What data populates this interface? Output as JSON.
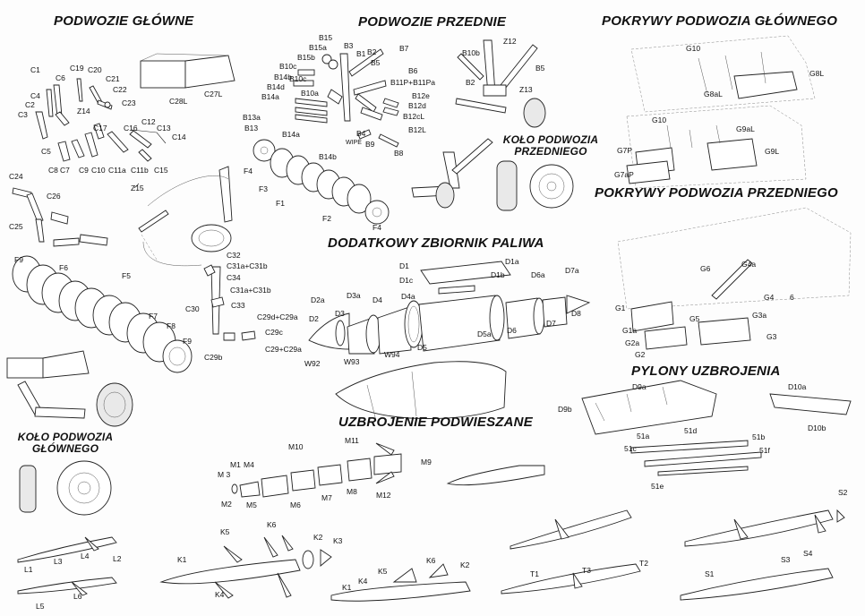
{
  "titles": {
    "main_gear": "PODWOZIE GŁÓWNE",
    "nose_gear": "PODWOZIE PRZEDNIE",
    "main_gear_doors": "POKRYWY PODWOZIA GŁÓWNEGO",
    "nose_wheel": "KOŁO PODWOZIA PRZEDNIEGO",
    "nose_gear_doors": "POKRYWY PODWOZIA PRZEDNIEGO",
    "fuel_tank": "DODATKOWY ZBIORNIK PALIWA",
    "pylons": "PYLONY UZBROJENIA",
    "main_wheel": "KOŁO PODWOZIA GŁÓWNEGO",
    "stores": "UZBROJENIE PODWIESZANE"
  },
  "labels": {
    "main_gear": [
      "C1",
      "C6",
      "C19",
      "C20",
      "C21",
      "C22",
      "C4",
      "C2",
      "C3",
      "Z14",
      "C23",
      "C5",
      "C17",
      "C16",
      "C12",
      "C13",
      "C14",
      "C8",
      "C7",
      "C9",
      "C10",
      "C11a",
      "C11b",
      "C15",
      "Z15",
      "C28L",
      "C27L",
      "C24",
      "C26",
      "C25",
      "F9",
      "F6",
      "F5",
      "F7",
      "F8",
      "F9",
      "C32",
      "C31a+C31b",
      "C34",
      "C31a+C31b",
      "C30",
      "C33",
      "C29d+C29a",
      "C29c",
      "C29b",
      "C29+C29a"
    ],
    "nose_gear": [
      "B15",
      "B15a",
      "B15b",
      "B10c",
      "B14b",
      "B14d",
      "B14a",
      "B13a",
      "B13",
      "B14a",
      "B3",
      "B1",
      "B2",
      "B5",
      "B10c",
      "B10a",
      "B7",
      "B6",
      "B11P+B11Pa",
      "B12e",
      "B12d",
      "B12cL",
      "B4",
      "WIPE",
      "B14b",
      "B9",
      "B12L",
      "B8",
      "F4",
      "F3",
      "F1",
      "F2",
      "F4",
      "B10b",
      "Z12",
      "B5",
      "B2",
      "Z13"
    ],
    "doors": [
      "G10",
      "G8L",
      "G8aL",
      "G10",
      "G9aL",
      "G7P",
      "G9L",
      "G7aP",
      "G6",
      "G4a",
      "G4",
      "6",
      "G1",
      "G5",
      "G1a",
      "G3a",
      "G2a",
      "G2",
      "G3"
    ],
    "fuel_tank": [
      "D1",
      "D1a",
      "D1c",
      "D1b",
      "D6a",
      "D7a",
      "D2a",
      "D3a",
      "D4",
      "D4a",
      "D2",
      "D3",
      "D7",
      "D8",
      "D6",
      "D5a",
      "D5",
      "W92",
      "W93",
      "W94"
    ],
    "pylons": [
      "D9a",
      "D10a",
      "D9b",
      "D10b",
      "51a",
      "51d",
      "51b",
      "51c",
      "51f",
      "51e"
    ],
    "stores": [
      "M11",
      "M10",
      "M9",
      "M1",
      "M4",
      "M 3",
      "M2",
      "M5",
      "M6",
      "M7",
      "M8",
      "M12",
      "K6",
      "K5",
      "K2",
      "K3",
      "K1",
      "K4",
      "K6",
      "K5",
      "K2",
      "K1",
      "K4",
      "L4",
      "L2",
      "L1",
      "L3",
      "L6",
      "L5",
      "T1",
      "T3",
      "T2",
      "S2",
      "S1",
      "S3",
      "S4"
    ]
  }
}
